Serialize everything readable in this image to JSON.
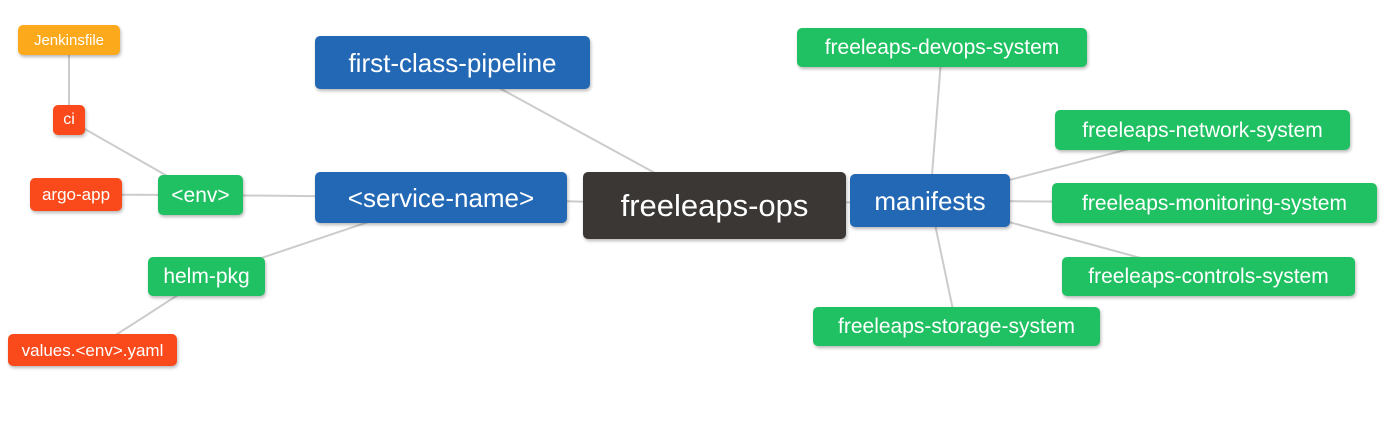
{
  "diagram": {
    "title": "freeleaps-ops mind map",
    "background": "#ffffff",
    "link_color": "#cccccc",
    "colors": {
      "root": "#3b3734",
      "branch": "#2368b5",
      "leaf_green": "#20c162",
      "leaf_red": "#fa4a1b",
      "leaf_orange": "#fda91c"
    },
    "nodes": [
      {
        "id": "ops",
        "label": "freeleaps-ops",
        "color_role": "root"
      },
      {
        "id": "pipeline",
        "label": "first-class-pipeline",
        "color_role": "branch"
      },
      {
        "id": "service",
        "label": "<service-name>",
        "color_role": "branch"
      },
      {
        "id": "manifests",
        "label": "manifests",
        "color_role": "branch"
      },
      {
        "id": "env",
        "label": "<env>",
        "color_role": "leaf_green"
      },
      {
        "id": "helm",
        "label": "helm-pkg",
        "color_role": "leaf_green"
      },
      {
        "id": "ci",
        "label": "ci",
        "color_role": "leaf_red"
      },
      {
        "id": "argo",
        "label": "argo-app",
        "color_role": "leaf_red"
      },
      {
        "id": "values",
        "label": "values.<env>.yaml",
        "color_role": "leaf_red"
      },
      {
        "id": "jenkins",
        "label": "Jenkinsfile",
        "color_role": "leaf_orange"
      },
      {
        "id": "devops",
        "label": "freeleaps-devops-system",
        "color_role": "leaf_green"
      },
      {
        "id": "network",
        "label": "freeleaps-network-system",
        "color_role": "leaf_green"
      },
      {
        "id": "monitoring",
        "label": "freeleaps-monitoring-system",
        "color_role": "leaf_green"
      },
      {
        "id": "controls",
        "label": "freeleaps-controls-system",
        "color_role": "leaf_green"
      },
      {
        "id": "storage",
        "label": "freeleaps-storage-system",
        "color_role": "leaf_green"
      }
    ],
    "edges": [
      [
        "ops",
        "pipeline"
      ],
      [
        "ops",
        "service"
      ],
      [
        "ops",
        "manifests"
      ],
      [
        "service",
        "env"
      ],
      [
        "service",
        "helm"
      ],
      [
        "env",
        "ci"
      ],
      [
        "env",
        "argo"
      ],
      [
        "ci",
        "jenkins"
      ],
      [
        "helm",
        "values"
      ],
      [
        "manifests",
        "devops"
      ],
      [
        "manifests",
        "network"
      ],
      [
        "manifests",
        "monitoring"
      ],
      [
        "manifests",
        "controls"
      ],
      [
        "manifests",
        "storage"
      ]
    ]
  }
}
